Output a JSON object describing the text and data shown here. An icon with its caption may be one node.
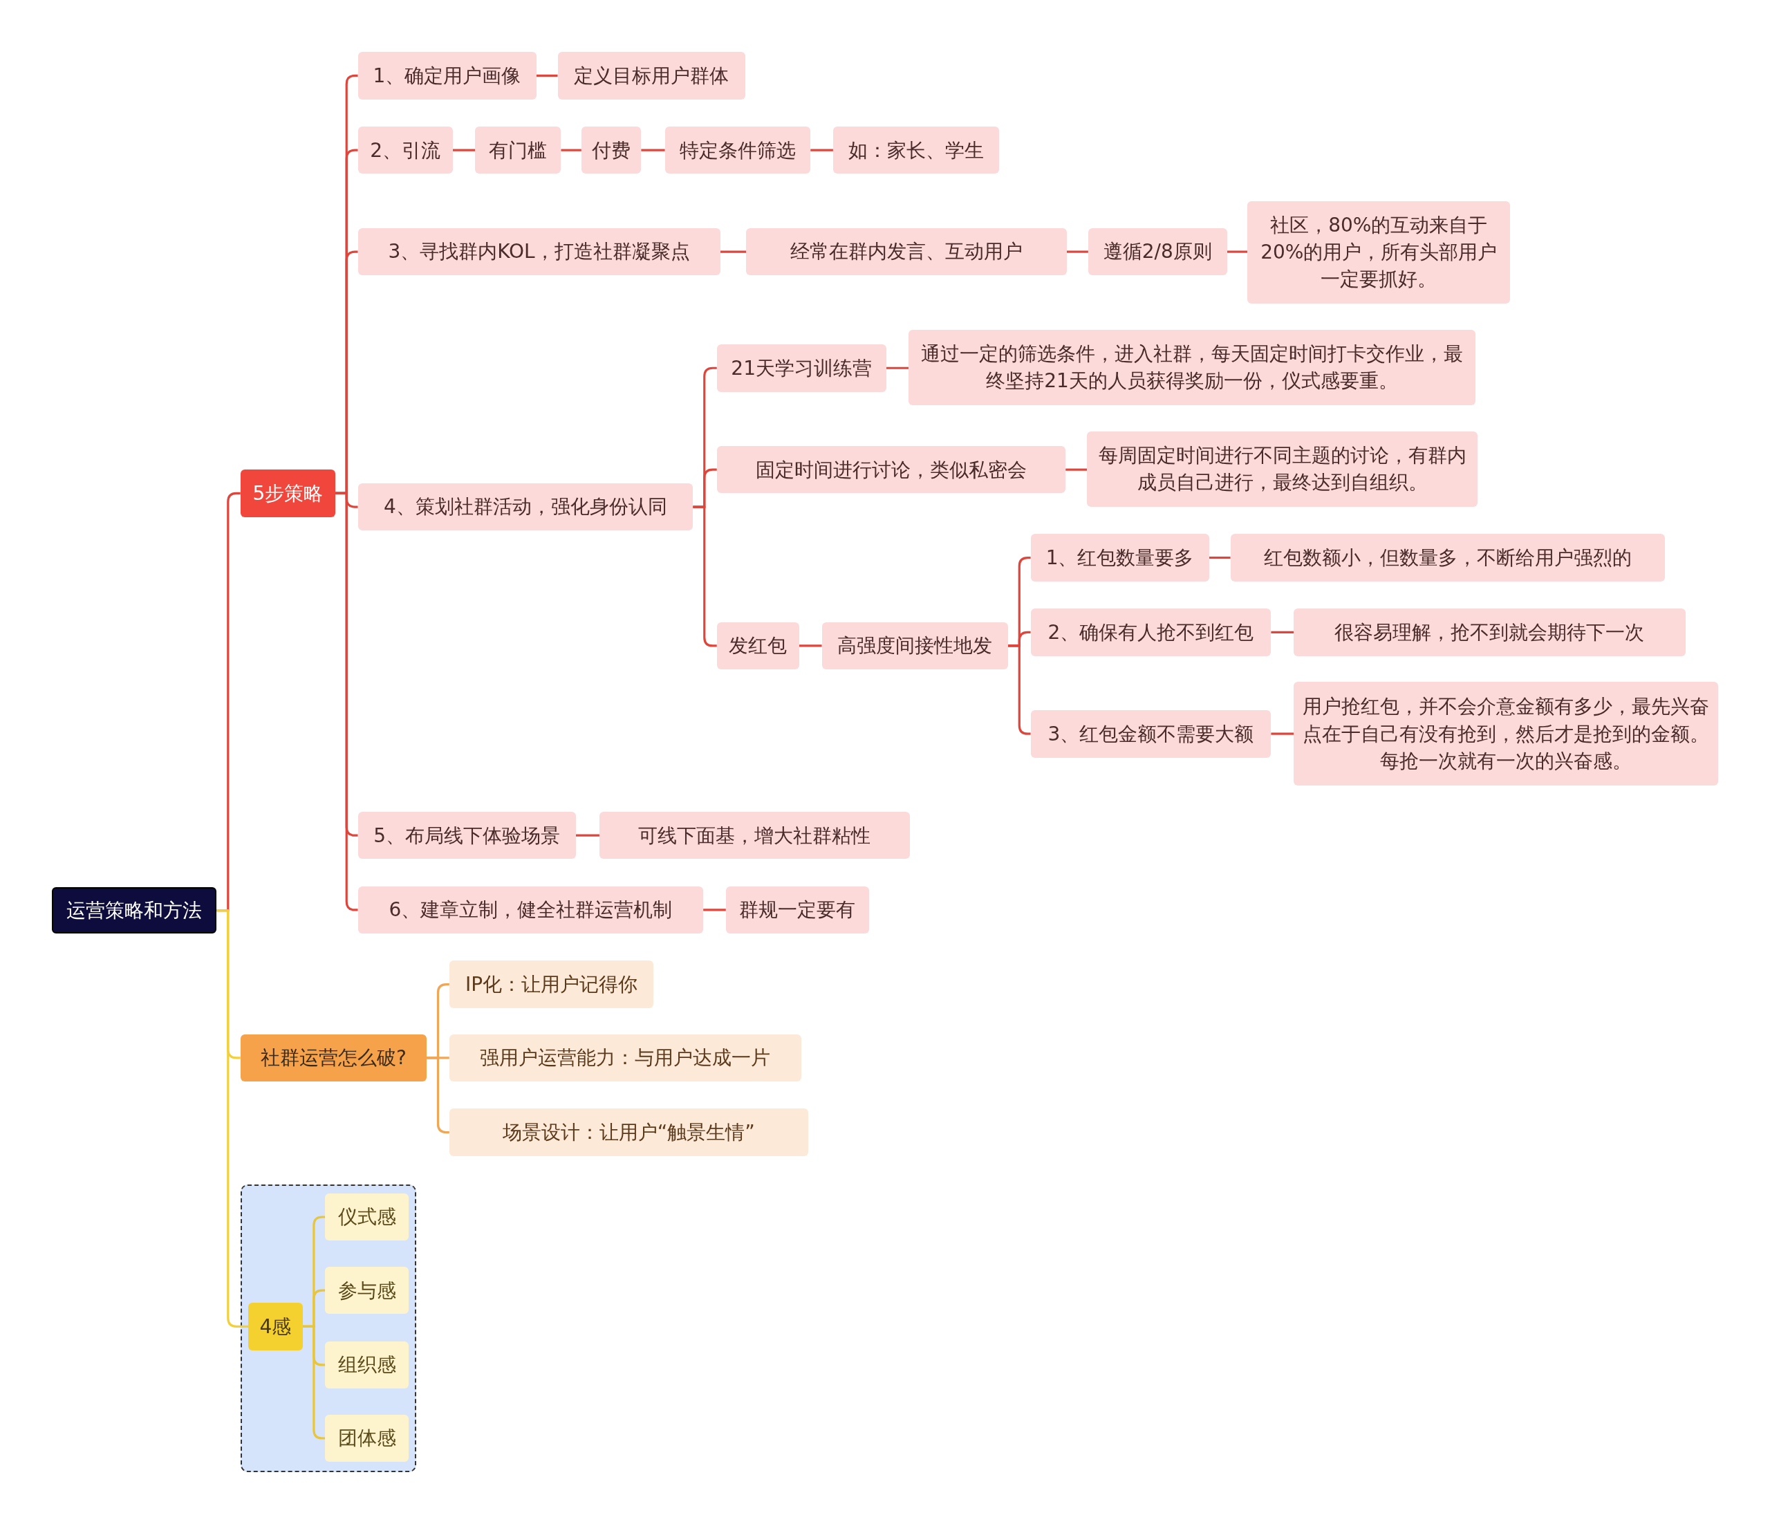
{
  "diagram": {
    "nodes": [
      {
        "text": [
          "运营策略和方法"
        ]
      },
      {
        "text": [
          "5步策略"
        ]
      },
      {
        "text": [
          "1、确定用户画像"
        ]
      },
      {
        "text": [
          "定义目标用户群体"
        ]
      },
      {
        "text": [
          "2、引流"
        ]
      },
      {
        "text": [
          "有门槛"
        ]
      },
      {
        "text": [
          "付费"
        ]
      },
      {
        "text": [
          "特定条件筛选"
        ]
      },
      {
        "text": [
          "如：家长、学生"
        ]
      },
      {
        "text": [
          "3、寻找群内KOL，打造社群凝聚点"
        ]
      },
      {
        "text": [
          "经常在群内发言、互动用户"
        ]
      },
      {
        "text": [
          "遵循2/8原则"
        ]
      },
      {
        "text": [
          "社区，80%的互动来自于20%的用户，所有头部用户一定要抓好。"
        ]
      },
      {
        "text": [
          "4、策划社群活动，强化身份认同"
        ]
      },
      {
        "text": [
          "21天学习训练营"
        ]
      },
      {
        "text": [
          "通过一定的筛选条件，进入社群，每天固定时间打卡交作业，最终坚持21天的人员获得奖励一份，仪式感要重。"
        ]
      },
      {
        "text": [
          "固定时间进行讨论，类似私密会"
        ]
      },
      {
        "text": [
          "每周固定时间进行不同主题的讨论，有群内成员自己进行，最终达到自组织。"
        ]
      },
      {
        "text": [
          "发红包"
        ]
      },
      {
        "text": [
          "高强度间接性地发"
        ]
      },
      {
        "text": [
          "1、红包数量要多"
        ]
      },
      {
        "text": [
          "红包数额小，但数量多，不断给用户强烈的"
        ]
      },
      {
        "text": [
          "2、确保有人抢不到红包"
        ]
      },
      {
        "text": [
          "很容易理解，抢不到就会期待下一次"
        ]
      },
      {
        "text": [
          "3、红包金额不需要大额"
        ]
      },
      {
        "text": [
          "用户抢红包，并不会介意金额有多少，最先兴奋点在于自己有没有抢到，然后才是抢到的金额。每抢一次就有一次的兴奋感。"
        ]
      },
      {
        "text": [
          "5、布局线下体验场景"
        ]
      },
      {
        "text": [
          "可线下面基，增大社群粘性"
        ]
      },
      {
        "text": [
          "6、建章立制，健全社群运营机制"
        ]
      },
      {
        "text": [
          "群规一定要有"
        ]
      },
      {
        "text": [
          "社群运营怎么破?"
        ]
      },
      {
        "text": [
          "IP化：让用户记得你"
        ]
      },
      {
        "text": [
          "强用户运营能力：与用户达成一片"
        ]
      },
      {
        "text": [
          "场景设计：让用户“触景生情”"
        ]
      },
      {
        "text": [],
        "shape": "box"
      },
      {
        "text": [
          "4感"
        ],
        "in": 34
      },
      {
        "text": [
          "仪式感"
        ],
        "in": 34
      },
      {
        "text": [
          "参与感"
        ],
        "in": 34
      },
      {
        "text": [
          "组织感"
        ],
        "in": 34
      },
      {
        "text": [
          "团体感"
        ],
        "in": 34
      }
    ],
    "edges": [
      {
        "from": 0,
        "to": 1,
        "arrow": "none"
      },
      {
        "from": 0,
        "to": 30,
        "arrow": "none",
        "color": "#f2d03c"
      },
      {
        "from": 0,
        "to": 35,
        "arrow": "none",
        "color": "#f2d03c"
      },
      {
        "from": 1,
        "to": 2,
        "arrow": "none"
      },
      {
        "from": 1,
        "to": 4,
        "arrow": "none"
      },
      {
        "from": 1,
        "to": 9,
        "arrow": "none"
      },
      {
        "from": 1,
        "to": 13,
        "arrow": "none"
      },
      {
        "from": 1,
        "to": 26,
        "arrow": "none"
      },
      {
        "from": 1,
        "to": 28,
        "arrow": "none"
      },
      {
        "from": 2,
        "to": 3,
        "arrow": "none"
      },
      {
        "from": 4,
        "to": 5,
        "arrow": "none"
      },
      {
        "from": 5,
        "to": 6,
        "arrow": "none"
      },
      {
        "from": 6,
        "to": 7,
        "arrow": "none"
      },
      {
        "from": 7,
        "to": 8,
        "arrow": "none"
      },
      {
        "from": 9,
        "to": 10,
        "arrow": "none"
      },
      {
        "from": 10,
        "to": 11,
        "arrow": "none"
      },
      {
        "from": 11,
        "to": 12,
        "arrow": "none"
      },
      {
        "from": 13,
        "to": 14,
        "arrow": "none"
      },
      {
        "from": 13,
        "to": 16,
        "arrow": "none"
      },
      {
        "from": 13,
        "to": 18,
        "arrow": "none"
      },
      {
        "from": 14,
        "to": 15,
        "arrow": "none"
      },
      {
        "from": 16,
        "to": 17,
        "arrow": "none"
      },
      {
        "from": 18,
        "to": 19,
        "arrow": "none"
      },
      {
        "from": 19,
        "to": 20,
        "arrow": "none"
      },
      {
        "from": 19,
        "to": 22,
        "arrow": "none"
      },
      {
        "from": 19,
        "to": 24,
        "arrow": "none"
      },
      {
        "from": 20,
        "to": 21,
        "arrow": "none"
      },
      {
        "from": 22,
        "to": 23,
        "arrow": "none"
      },
      {
        "from": 24,
        "to": 25,
        "arrow": "none"
      },
      {
        "from": 26,
        "to": 27,
        "arrow": "none"
      },
      {
        "from": 28,
        "to": 29,
        "arrow": "none"
      },
      {
        "from": 30,
        "to": 31,
        "arrow": "none",
        "color": "#f0a654"
      },
      {
        "from": 30,
        "to": 32,
        "arrow": "none",
        "color": "#f0a654"
      },
      {
        "from": 30,
        "to": 33,
        "arrow": "none",
        "color": "#f0a654"
      },
      {
        "from": 35,
        "to": 36,
        "arrow": "none",
        "color": "#e8c53a"
      },
      {
        "from": 35,
        "to": 37,
        "arrow": "none",
        "color": "#e8c53a"
      },
      {
        "from": 35,
        "to": 38,
        "arrow": "none",
        "color": "#e8c53a"
      },
      {
        "from": 35,
        "to": 39,
        "arrow": "none",
        "color": "#e8c53a"
      }
    ]
  }
}
